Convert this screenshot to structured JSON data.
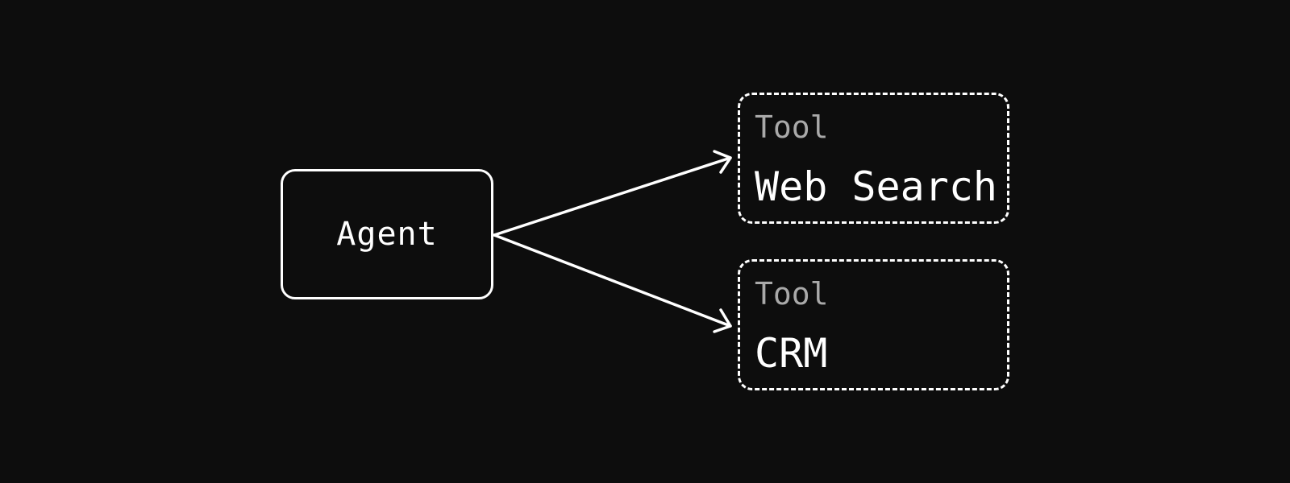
{
  "diagram": {
    "agent": {
      "label": "Agent"
    },
    "tools": [
      {
        "kind": "Tool",
        "name": "Web Search"
      },
      {
        "kind": "Tool",
        "name": "CRM"
      }
    ],
    "colors": {
      "background": "#0d0d0d",
      "stroke": "#ffffff",
      "muted_text": "#a9a9a9"
    },
    "edges": [
      {
        "from": "Agent",
        "to": "Web Search",
        "style": "arrow"
      },
      {
        "from": "Agent",
        "to": "CRM",
        "style": "arrow"
      }
    ]
  }
}
